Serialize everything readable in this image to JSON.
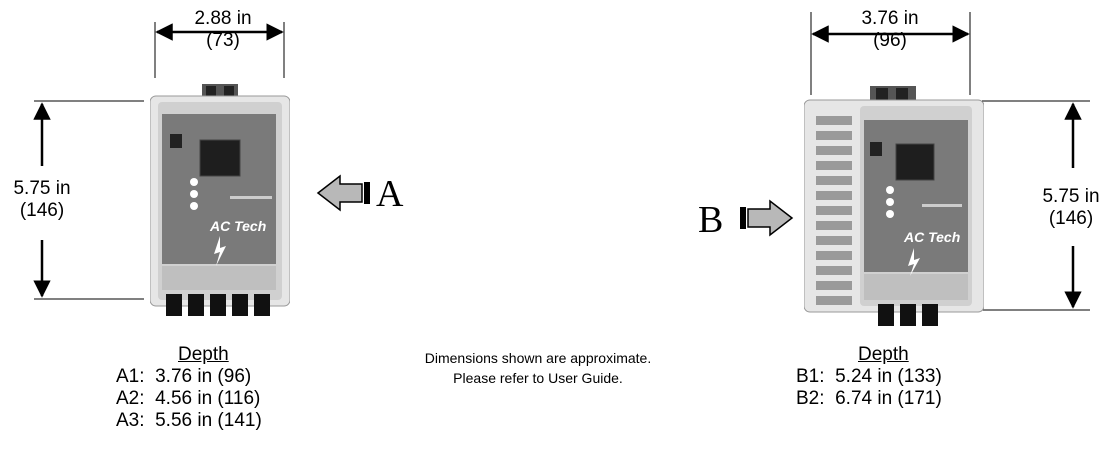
{
  "drive_a": {
    "width_in": "2.88 in",
    "width_mm": "(73)",
    "height_in": "5.75 in",
    "height_mm": "(146)",
    "view_letter": "A",
    "logo": "AC Tech",
    "depth_title": "Depth",
    "depths": [
      {
        "label": "A1:",
        "value": "3.76 in (96)"
      },
      {
        "label": "A2:",
        "value": "4.56 in (116)"
      },
      {
        "label": "A3:",
        "value": "5.56 in (141)"
      }
    ]
  },
  "drive_b": {
    "width_in": "3.76 in",
    "width_mm": "(96)",
    "height_in": "5.75 in",
    "height_mm": "(146)",
    "view_letter": "B",
    "logo": "AC Tech",
    "depth_title": "Depth",
    "depths": [
      {
        "label": "B1:",
        "value": "5.24 in (133)"
      },
      {
        "label": "B2:",
        "value": "6.74 in (171)"
      }
    ]
  },
  "note": {
    "line1": "Dimensions shown are approximate.",
    "line2": "Please refer to User Guide."
  }
}
